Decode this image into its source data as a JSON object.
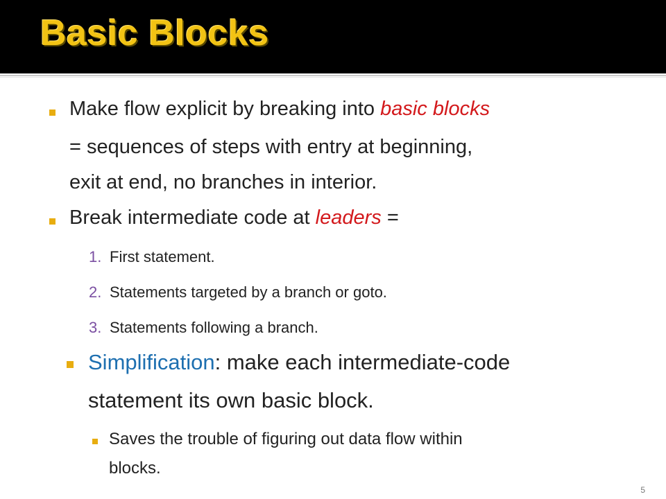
{
  "slide": {
    "title": "Basic Blocks",
    "page_number": "5",
    "bullet1": {
      "pre": "Make flow explicit by breaking into ",
      "em": "basic blocks",
      "line1_tail": "",
      "line2": "= sequences of steps with entry at beginning,",
      "line3": "exit at end, no branches in interior."
    },
    "bullet2": {
      "pre": "Break intermediate code at ",
      "em": "leaders",
      "post": " ="
    },
    "leaders": [
      {
        "num": "1.",
        "text": "First statement."
      },
      {
        "num": "2.",
        "text": "Statements targeted by a branch or goto."
      },
      {
        "num": "3.",
        "text": "Statements following a branch."
      }
    ],
    "bullet3": {
      "hl": "Simplification",
      "line1_rest": ": make each intermediate-code",
      "line2": "statement its own basic block."
    },
    "sub_bullet": {
      "line1": "Saves the trouble of figuring out data flow within",
      "line2": "blocks."
    },
    "colors": {
      "title": "#f2c314",
      "bullet": "#e8ad10",
      "emphasis": "#d3191c",
      "numbering": "#7b4fa2",
      "highlight": "#1d6fb0"
    }
  }
}
